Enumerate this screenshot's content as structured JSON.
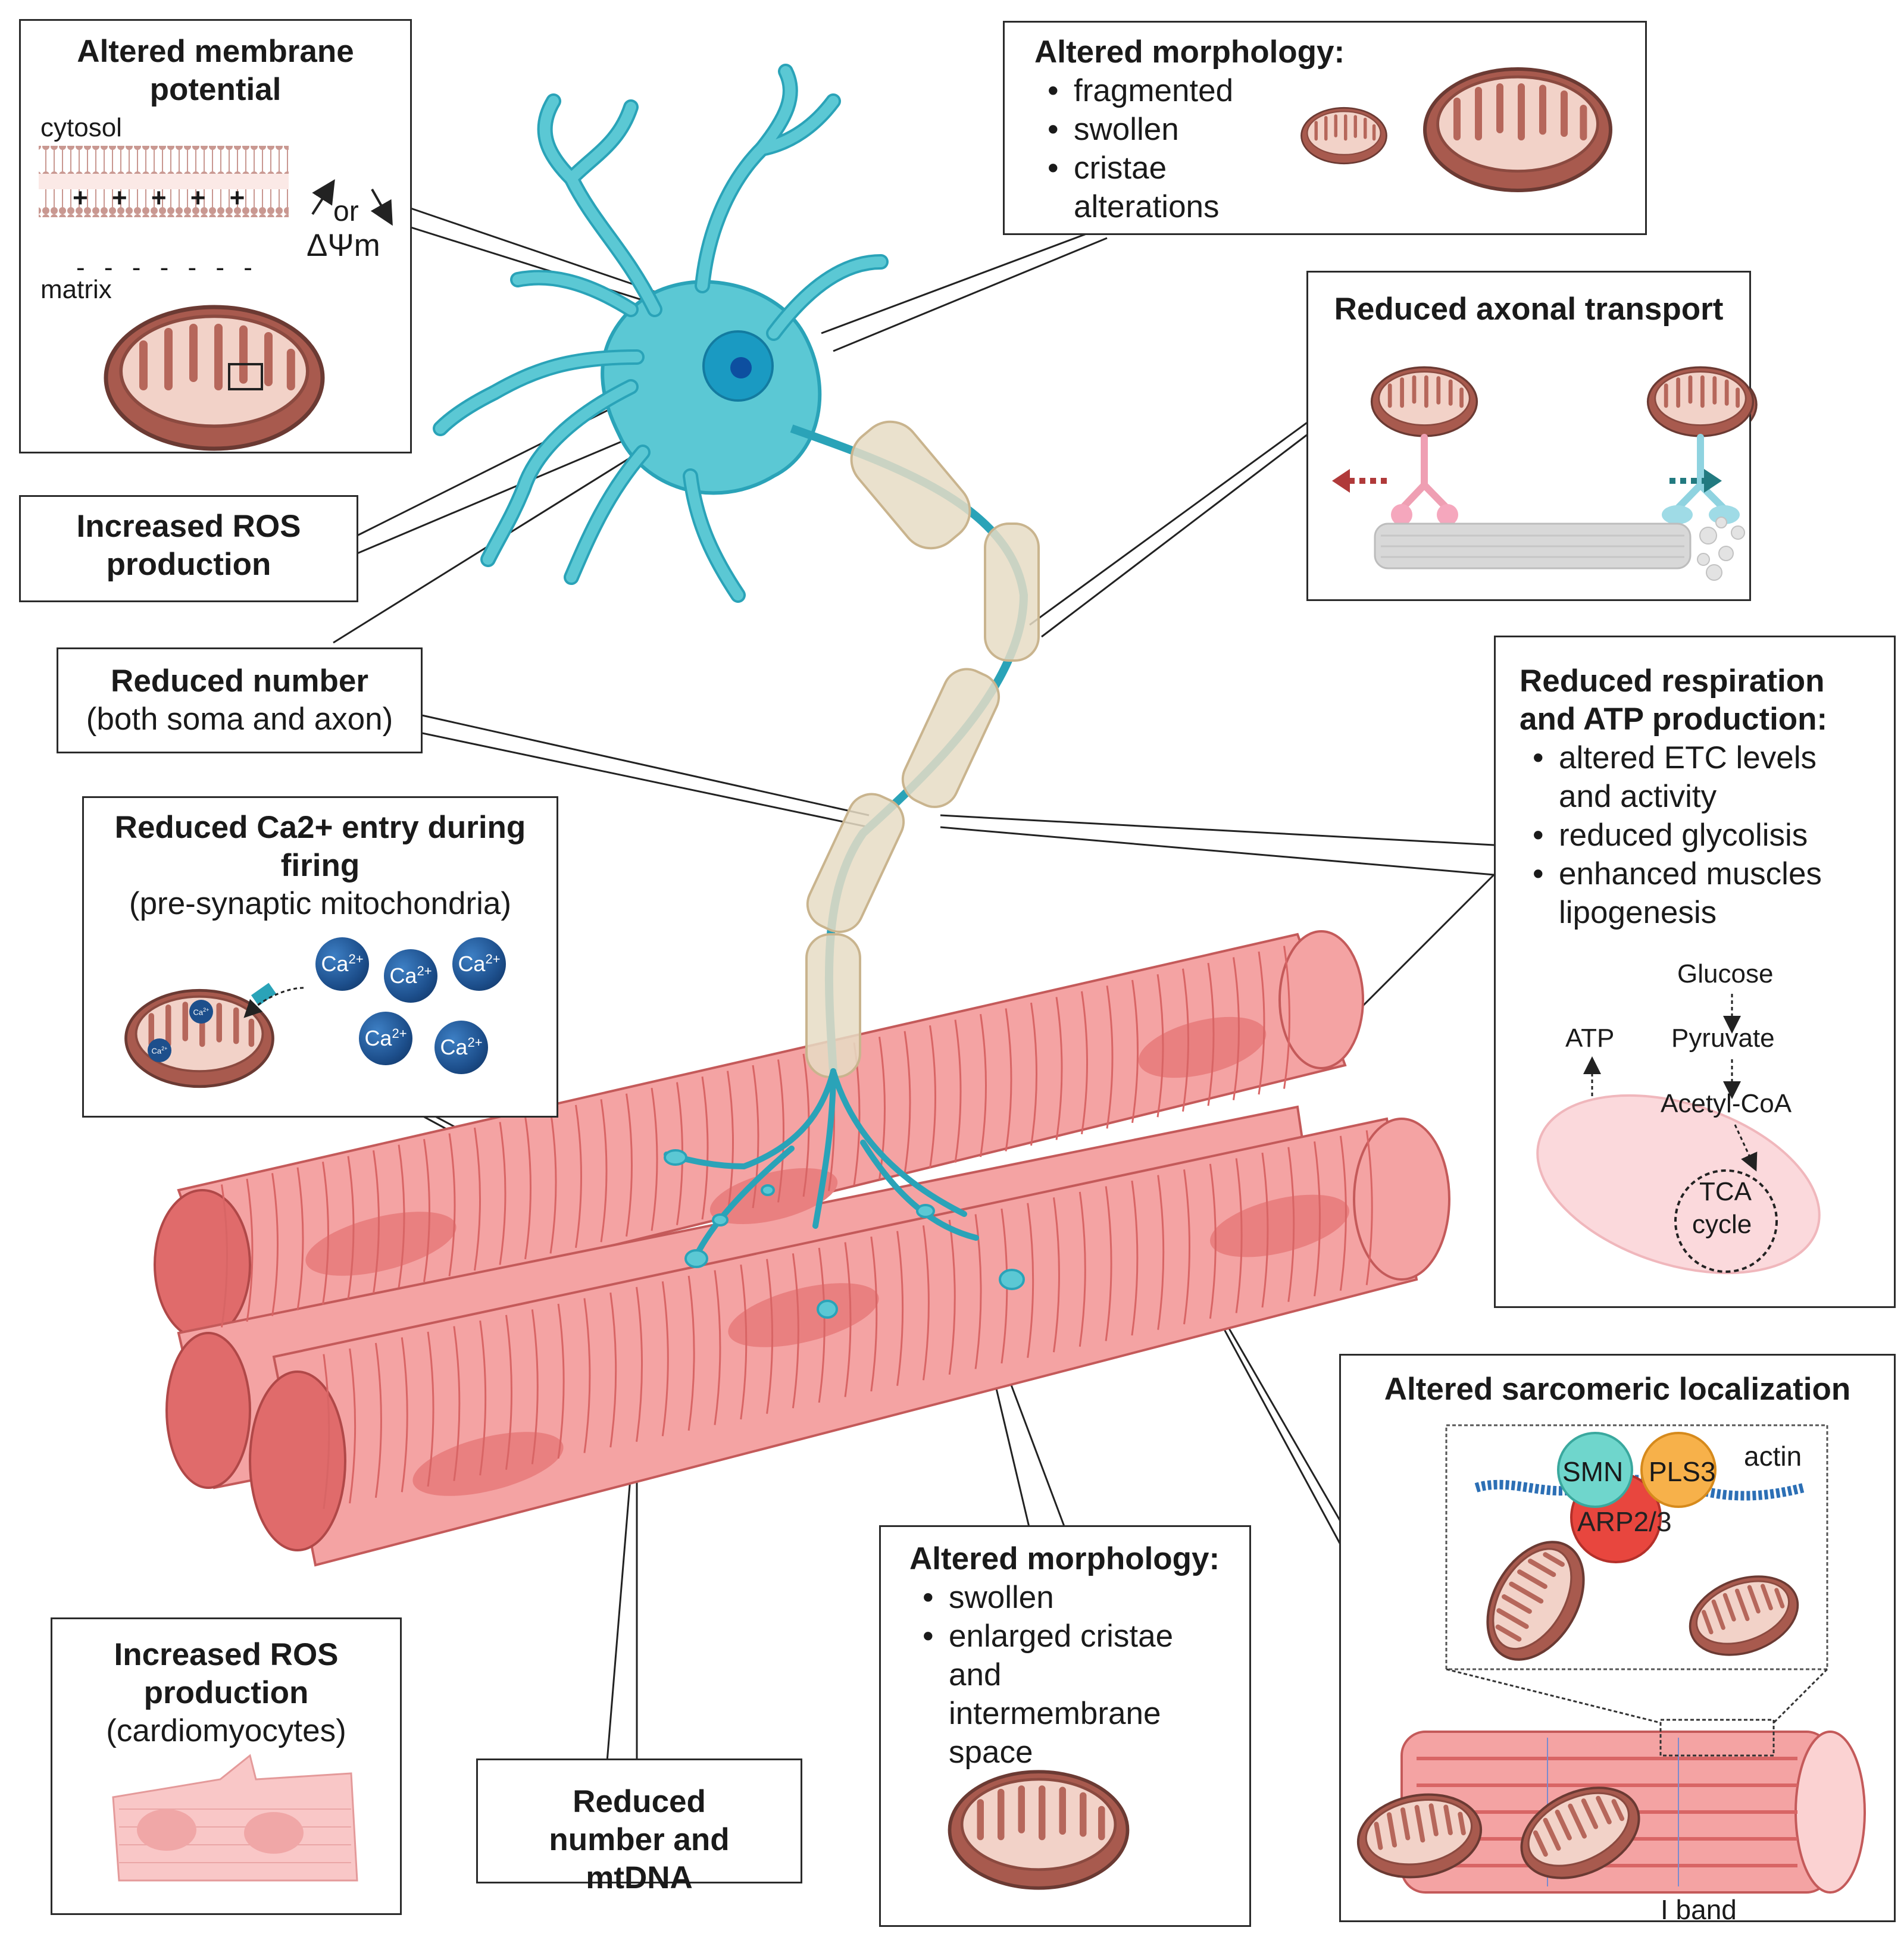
{
  "membrane_panel": {
    "title": "Altered membrane potential",
    "cytosol_label": "cytosol",
    "matrix_label": "matrix",
    "plus_signs": "+ + + + +",
    "minus_signs": "- - - - - - -",
    "or_label": "or",
    "delta_psi": "ΔΨm"
  },
  "morphology_neuron_panel": {
    "title": "Altered morphology:",
    "items": [
      "fragmented",
      "swollen",
      "cristae alterations"
    ]
  },
  "axonal_transport_panel": {
    "title": "Reduced axonal transport"
  },
  "ros_neuron_panel": {
    "title": "Increased ROS production"
  },
  "reduced_number_neuron_panel": {
    "title": "Reduced number",
    "subtitle": "(both soma and axon)"
  },
  "respiration_panel": {
    "title": "Reduced respiration and ATP production:",
    "items": [
      "altered ETC levels and activity",
      "reduced glycolisis",
      "enhanced muscles lipogenesis"
    ],
    "glucose": "Glucose",
    "pyruvate": "Pyruvate",
    "acetyl_coa": "Acetyl-CoA",
    "atp": "ATP",
    "tca_line1": "TCA",
    "tca_line2": "cycle"
  },
  "calcium_panel": {
    "title": "Reduced Ca2+ entry during firing",
    "subtitle": "(pre-synaptic mitochondria)",
    "ion_label": "Ca",
    "ion_charge": "2+"
  },
  "sarcomeric_panel": {
    "title": "Altered sarcomeric localization",
    "smn": "SMN",
    "pls3": "PLS3",
    "arp": "ARP2/3",
    "actin": "actin",
    "i_band": "I band"
  },
  "ros_cardio_panel": {
    "title": "Increased ROS production",
    "subtitle": "(cardiomyocytes)"
  },
  "number_mtdna_panel": {
    "title": "Reduced number and mtDNA"
  },
  "morphology_muscle_panel": {
    "title": "Altered morphology:",
    "items": [
      "swollen",
      "enlarged cristae and intermembrane space"
    ]
  },
  "colors": {
    "neuron": "#5bc8d4",
    "neuron_stroke": "#2aa3b8",
    "myelin": "#e6dcc4",
    "muscle": "#f4a3a3",
    "muscle_stripe": "#e57878",
    "mito_outer": "#cf8e80",
    "mito_inner": "#f2d2c8",
    "calcium": "#1d4f8c",
    "smn": "#6fd6cc",
    "pls3": "#f7b14a",
    "arp": "#e8463e"
  }
}
